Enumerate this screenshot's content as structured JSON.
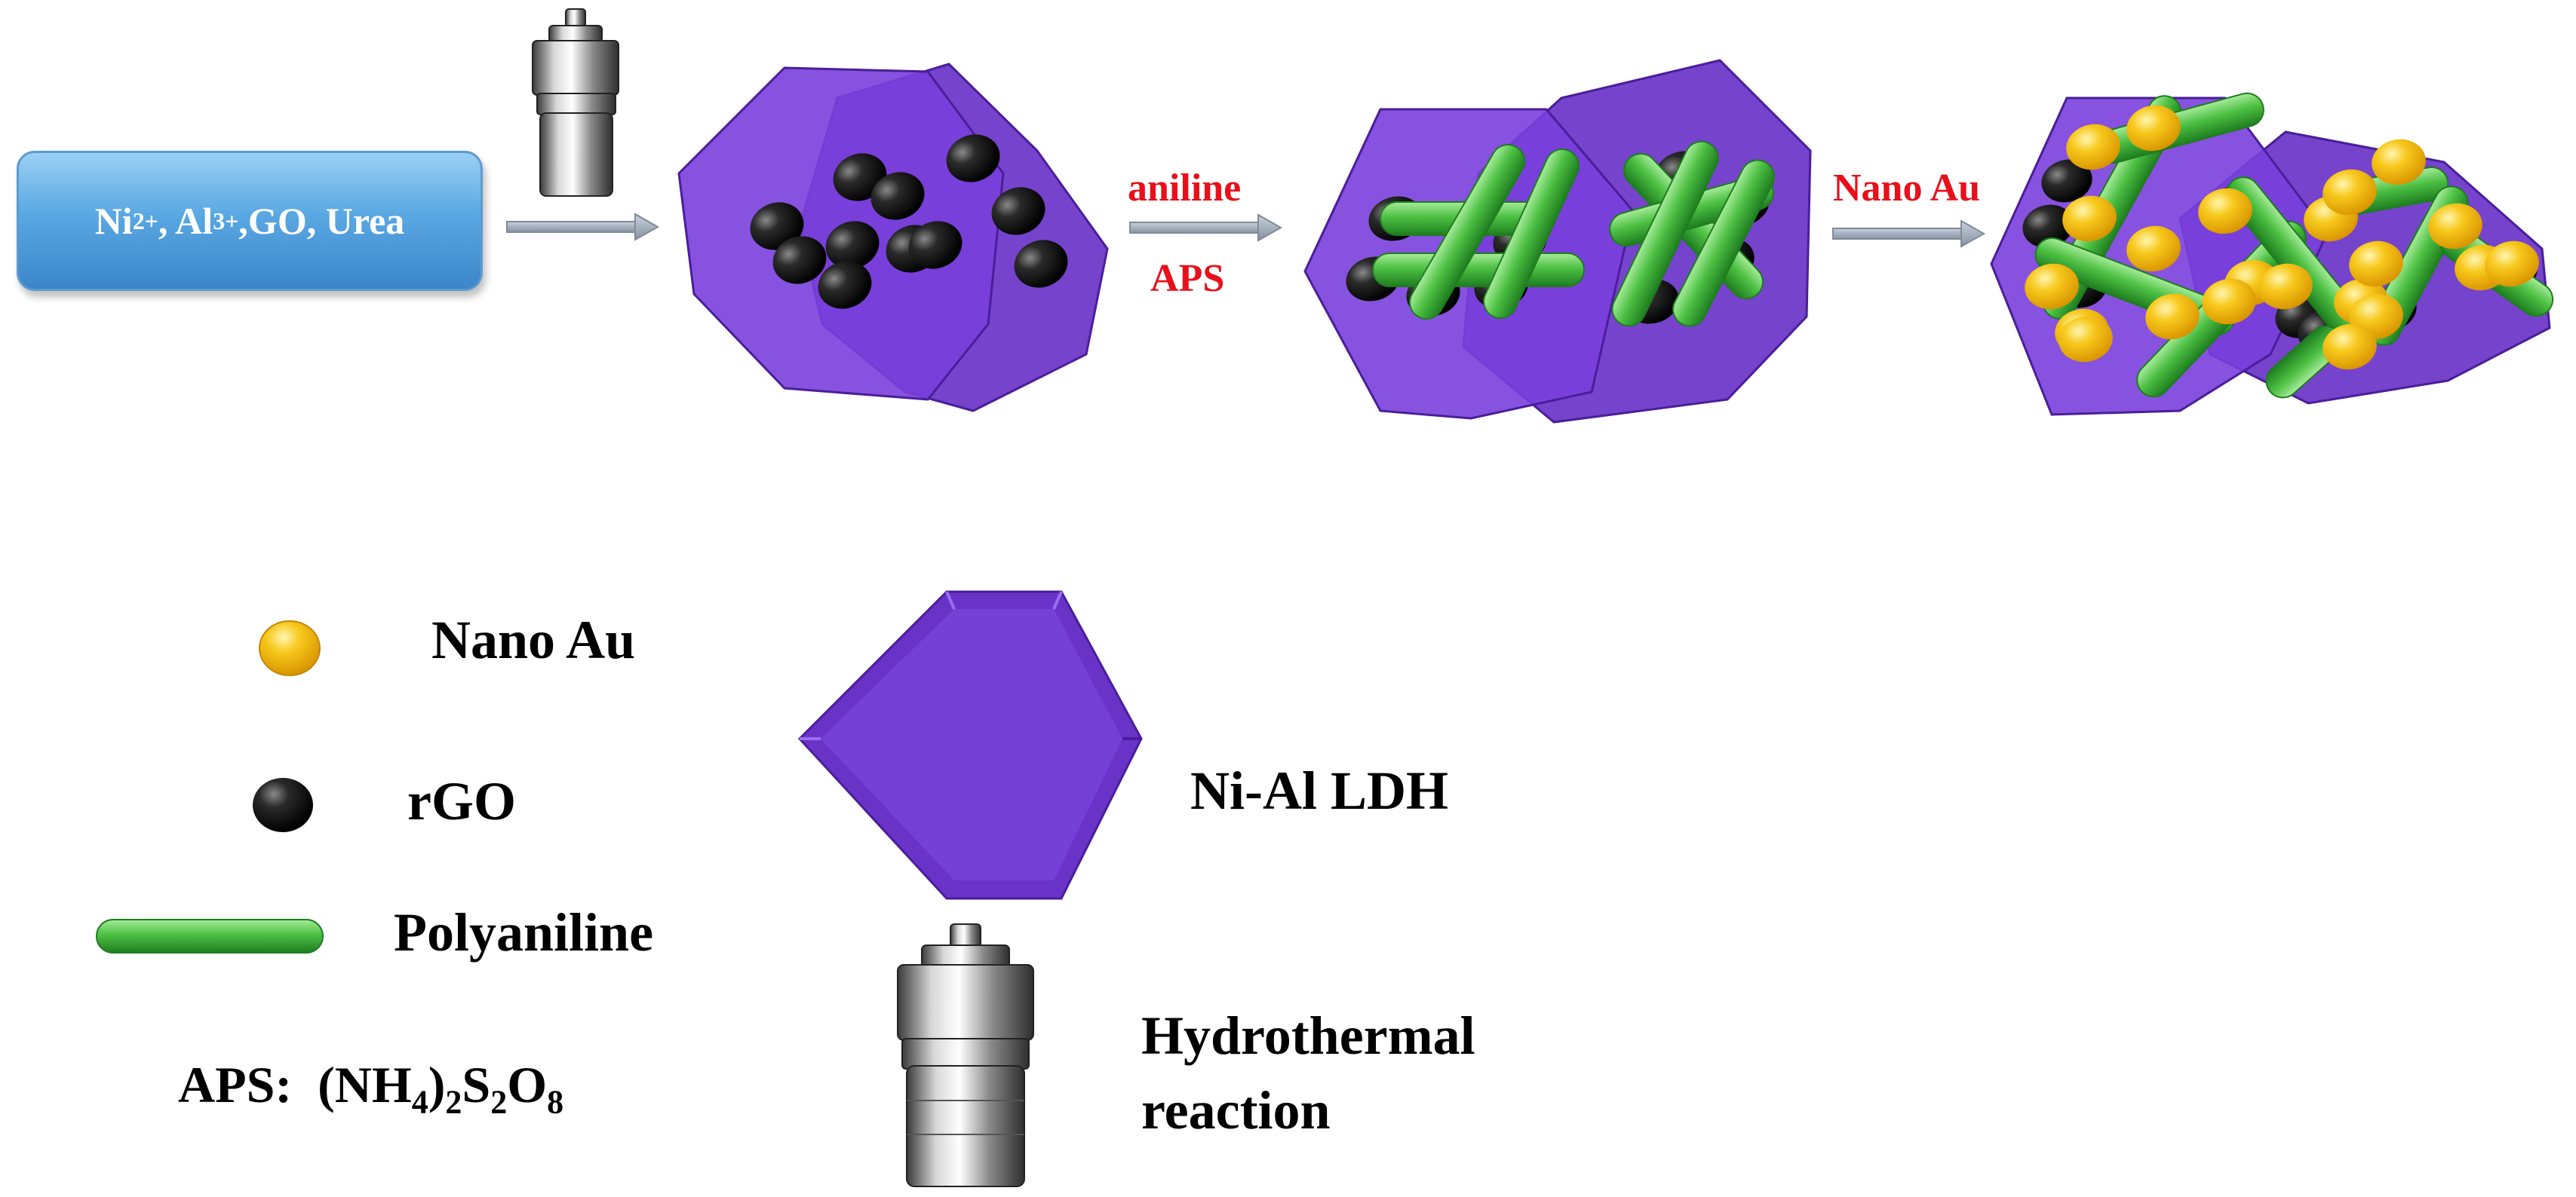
{
  "reactants": {
    "ni": "Ni",
    "ni_charge": "2+",
    "al": ", Al",
    "al_charge": "3+",
    "rest": ",GO, Urea"
  },
  "steps": {
    "step2_top": "aniline",
    "step2_bottom": "APS",
    "step3_top": "Nano Au"
  },
  "legend": {
    "nano_au": "Nano Au",
    "rgo": "rGO",
    "polyaniline": "Polyaniline",
    "ldh": "Ni-Al LDH",
    "hydrothermal_line1": "Hydrothermal",
    "hydrothermal_line2": "reaction",
    "aps_prefix": "APS:",
    "aps_nh": "(NH",
    "aps_sub1": "4",
    "aps_paren": ")",
    "aps_sub2": "2",
    "aps_s": "S",
    "aps_sub3": "2",
    "aps_o": "O",
    "aps_sub4": "8"
  },
  "colors": {
    "ldh_purple": "#6a33c8",
    "rgo_black": "#0d0d0d",
    "polyaniline_green": "#3fae3a",
    "gold": "#f2b711",
    "arrow_gray": "#9aa6b4",
    "label_red": "#e8101a",
    "box_blue": "#4f9fe0"
  }
}
